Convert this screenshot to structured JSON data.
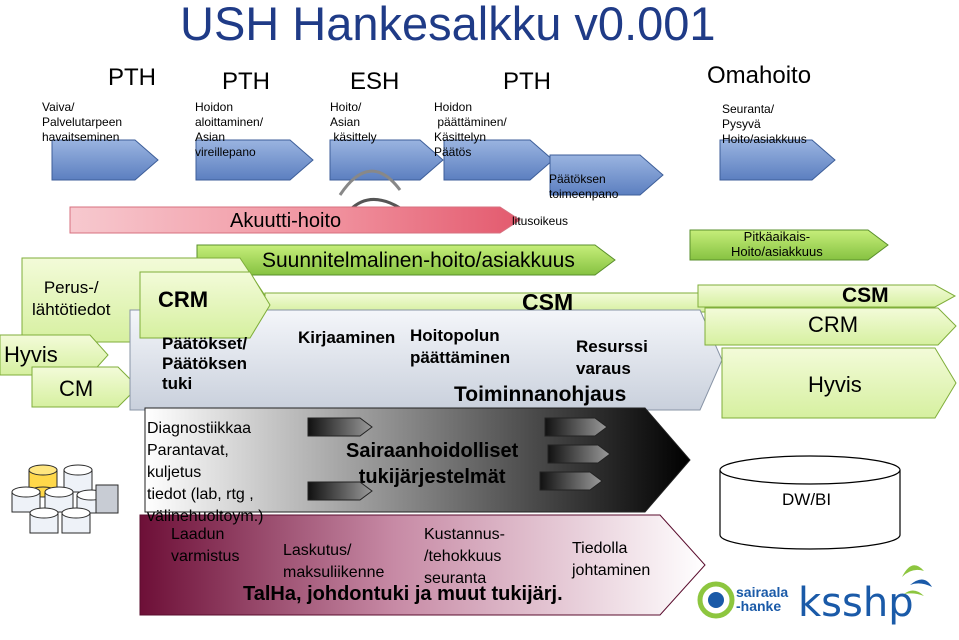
{
  "title": "USH Hankesalkku v0.001",
  "headers": [
    "PTH",
    "PTH",
    "ESH",
    "PTH",
    "Omahoito"
  ],
  "process_steps": [
    "Vaiva/\nPalvelutarpeen\nhavaitseminen",
    "Hoidon\naloittaminen/\nAsian\nvireillepano",
    "Hoito/\nAsian\n käsittely",
    "Hoidon\n päättäminen/\nKäsittelyn\nPäätös",
    "Päätöksen\ntoimeenpano",
    "Seuranta/\nPysyvä\nHoito/asiakkuus"
  ],
  "bands": {
    "akuutti": "Akuutti-hoito",
    "akuutti_tail": "litusoikeus",
    "suunnitelmallinen": "Suunnitelmalinen-hoito/asiakkuus",
    "pitkaaikais": "Pitkäaikais-\nHoito/asiakkuus"
  },
  "left_labels": {
    "perus": "Perus-/\nlähtötiedot",
    "hyvis": "Hyvis",
    "cm": "CM"
  },
  "middle": {
    "crm": "CRM",
    "csm": "CSM",
    "paatokset": "Päätökset/\nPäätöksen\ntuki",
    "kirjaaminen": "Kirjaaminen",
    "hoitopolun": "Hoitopolun\npäättäminen",
    "resurssi": "Resurssi\nvaraus",
    "toiminnanohjaus": "Toiminnanohjaus"
  },
  "right": {
    "csm": "CSM",
    "crm": "CRM",
    "hyvis": "Hyvis",
    "dwbi": "DW/BI"
  },
  "support": {
    "diagnostiikka": "Diagnostiikkaa\nParantavat,\nkuljetus\ntiedot (lab, rtg ,\nvälinehuoltoym.)",
    "sairaanhoidolliset": "Sairaanhoidolliset\ntukijärjestelmät"
  },
  "talha": {
    "laadun": "Laadun\nvarmistus",
    "laskutus": "Laskutus/\nmaksuliikenne",
    "kustannus": "Kustannus-\n/tehokkuus\nseuranta",
    "tiedolla": "Tiedolla\njohtaminen",
    "main": "TalHa, johdontuki ja muut tukijärj."
  },
  "logos": {
    "sairaala": "sairaala\n-hanke",
    "ksshp": "ksshp"
  },
  "colors": {
    "title": "#1f3b87",
    "blue_arrow": "#6b8cc8",
    "green_band": "#9acd52",
    "pink_band": "#f0a8b0",
    "maroon": "#7a1240",
    "logo_blue": "#1a5aa8",
    "logo_green": "#8dc63f"
  }
}
